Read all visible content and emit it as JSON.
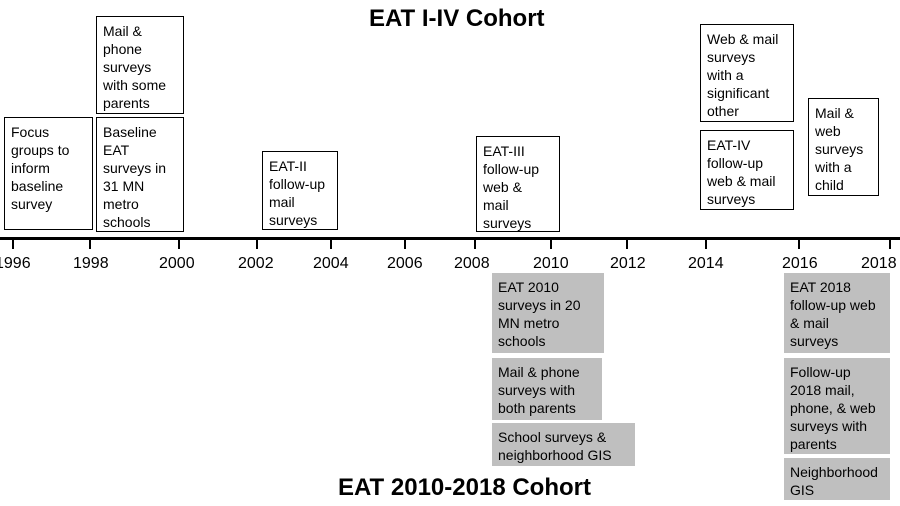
{
  "titles": {
    "top": "EAT I-IV Cohort",
    "bottom": "EAT 2010-2018 Cohort"
  },
  "axis": {
    "years": [
      "1996",
      "1998",
      "2000",
      "2002",
      "2004",
      "2006",
      "2008",
      "2010",
      "2012",
      "2014",
      "2016",
      "2018"
    ]
  },
  "top_boxes": [
    "Focus\ngroups to\ninform\nbaseline\nsurvey",
    "Mail &\nphone\nsurveys\nwith some\nparents",
    "Baseline\nEAT\nsurveys in\n31 MN\nmetro\nschools",
    "EAT-II\nfollow-up\nmail\nsurveys",
    "EAT-III\nfollow-up\nweb &\nmail\nsurveys",
    "Web & mail\nsurveys\nwith a\nsignificant\nother",
    "EAT-IV\nfollow-up\nweb & mail\nsurveys",
    "Mail &\nweb\nsurveys\nwith a\nchild"
  ],
  "bottom_boxes": [
    "EAT 2010\nsurveys in 20\nMN metro\nschools",
    "Mail & phone\nsurveys with\nboth parents",
    "School surveys &\nneighborhood GIS",
    "EAT 2018\nfollow-up web\n& mail\nsurveys",
    "Follow-up\n2018 mail,\nphone, & web\nsurveys with\nparents",
    "Neighborhood\nGIS"
  ]
}
